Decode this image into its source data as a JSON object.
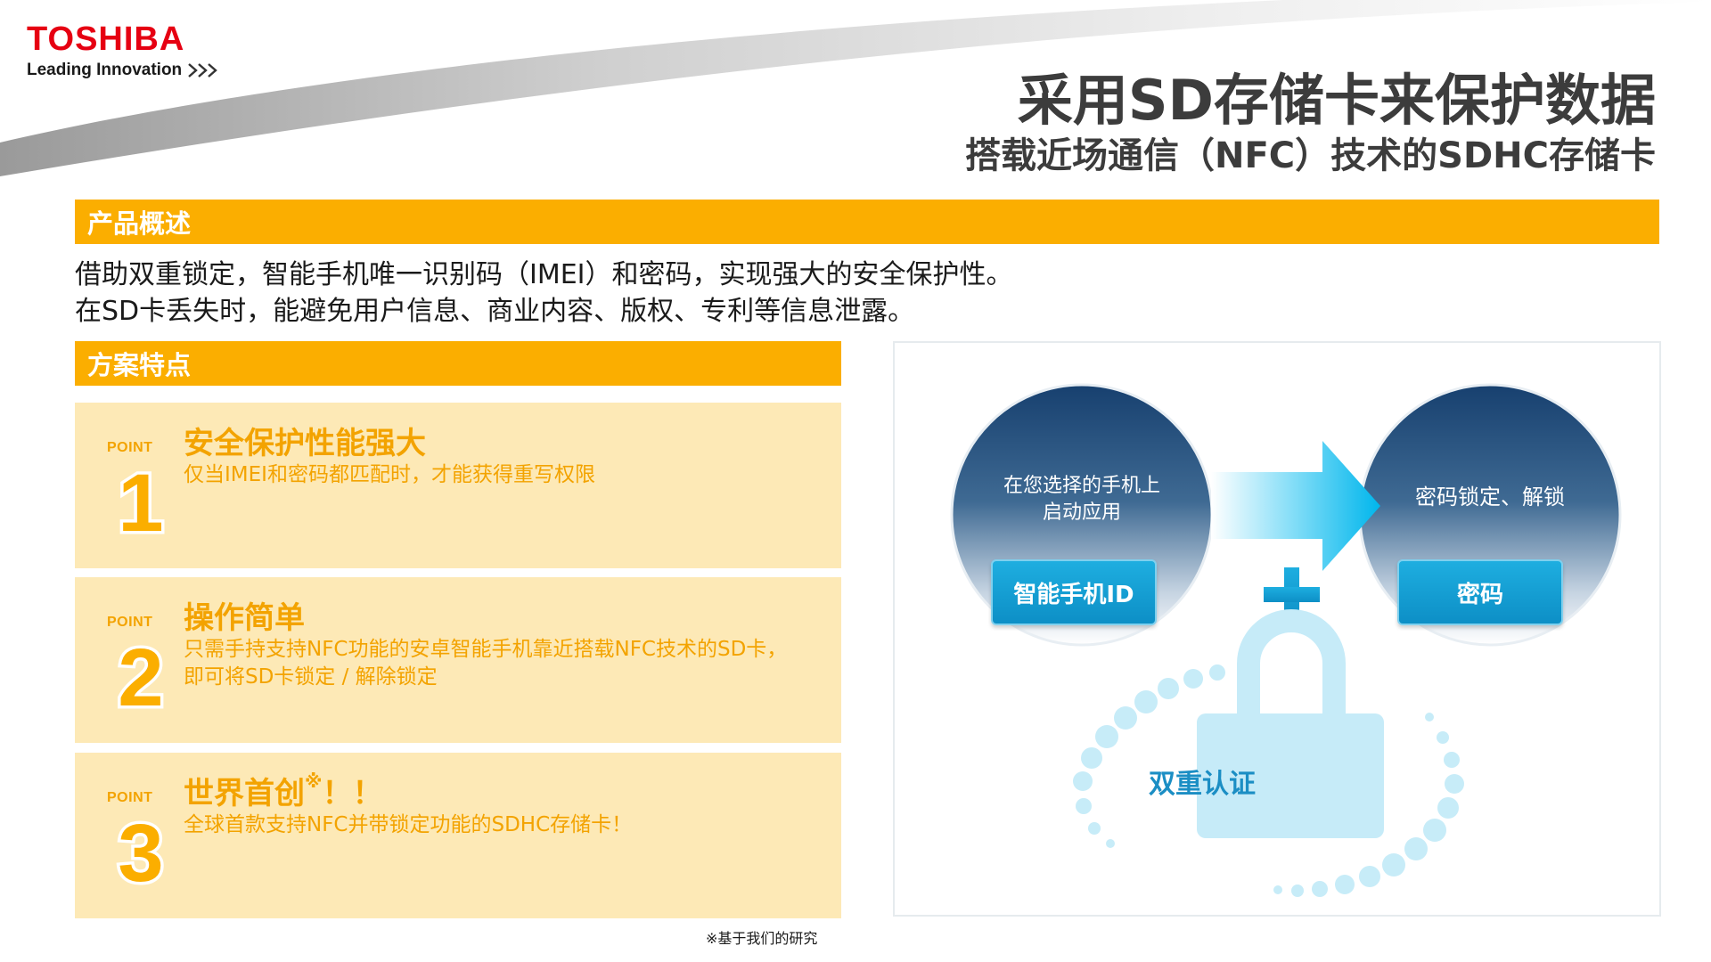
{
  "brand": {
    "name": "TOSHIBA",
    "tagline": "Leading Innovation"
  },
  "header": {
    "title": "采用SD存储卡来保护数据",
    "subtitle": "搭载近场通信（NFC）技术的SDHC存储卡"
  },
  "overview": {
    "heading": "产品概述",
    "lines": [
      "借助双重锁定，智能手机唯一识别码（IMEI）和密码，实现强大的安全保护性。",
      "在SD卡丢失时，能避免用户信息、商业内容、版权、专利等信息泄露。"
    ]
  },
  "features": {
    "heading": "方案特点",
    "points": [
      {
        "label": "POINT",
        "number": "1",
        "title": "安全保护性能强大",
        "title_mark": "",
        "title_tail": "",
        "desc": [
          "仅当IMEI和密码都匹配时，才能获得重写权限"
        ]
      },
      {
        "label": "POINT",
        "number": "2",
        "title": "操作简单",
        "title_mark": "",
        "title_tail": "",
        "desc": [
          "只需手持支持NFC功能的安卓智能手机靠近搭载NFC技术的SD卡，",
          "即可将SD卡锁定 / 解除锁定"
        ]
      },
      {
        "label": "POINT",
        "number": "3",
        "title": "世界首创",
        "title_mark": "※",
        "title_tail": "！！",
        "desc": [
          "全球首款支持NFC并带锁定功能的SDHC存储卡！"
        ]
      }
    ]
  },
  "footnote": "※基于我们的研究",
  "diagram": {
    "left_circle_lines": [
      "在您选择的手机上",
      "启动应用"
    ],
    "left_button": "智能手机ID",
    "right_circle_text": "密码锁定、解锁",
    "right_button": "密码",
    "plus_symbol": "+",
    "lock_label": "双重认证"
  },
  "colors": {
    "brand_red": "#e60012",
    "section_orange": "#fbae00",
    "point_text": "#f3a300",
    "point_bg": "#fde9b6",
    "title_gray": "#3c3c3c",
    "accent_blue": "#1eaee0",
    "circle_top": "#17406f",
    "circle_bottom": "#ffffff",
    "lock_blue": "#c6ebf8"
  }
}
